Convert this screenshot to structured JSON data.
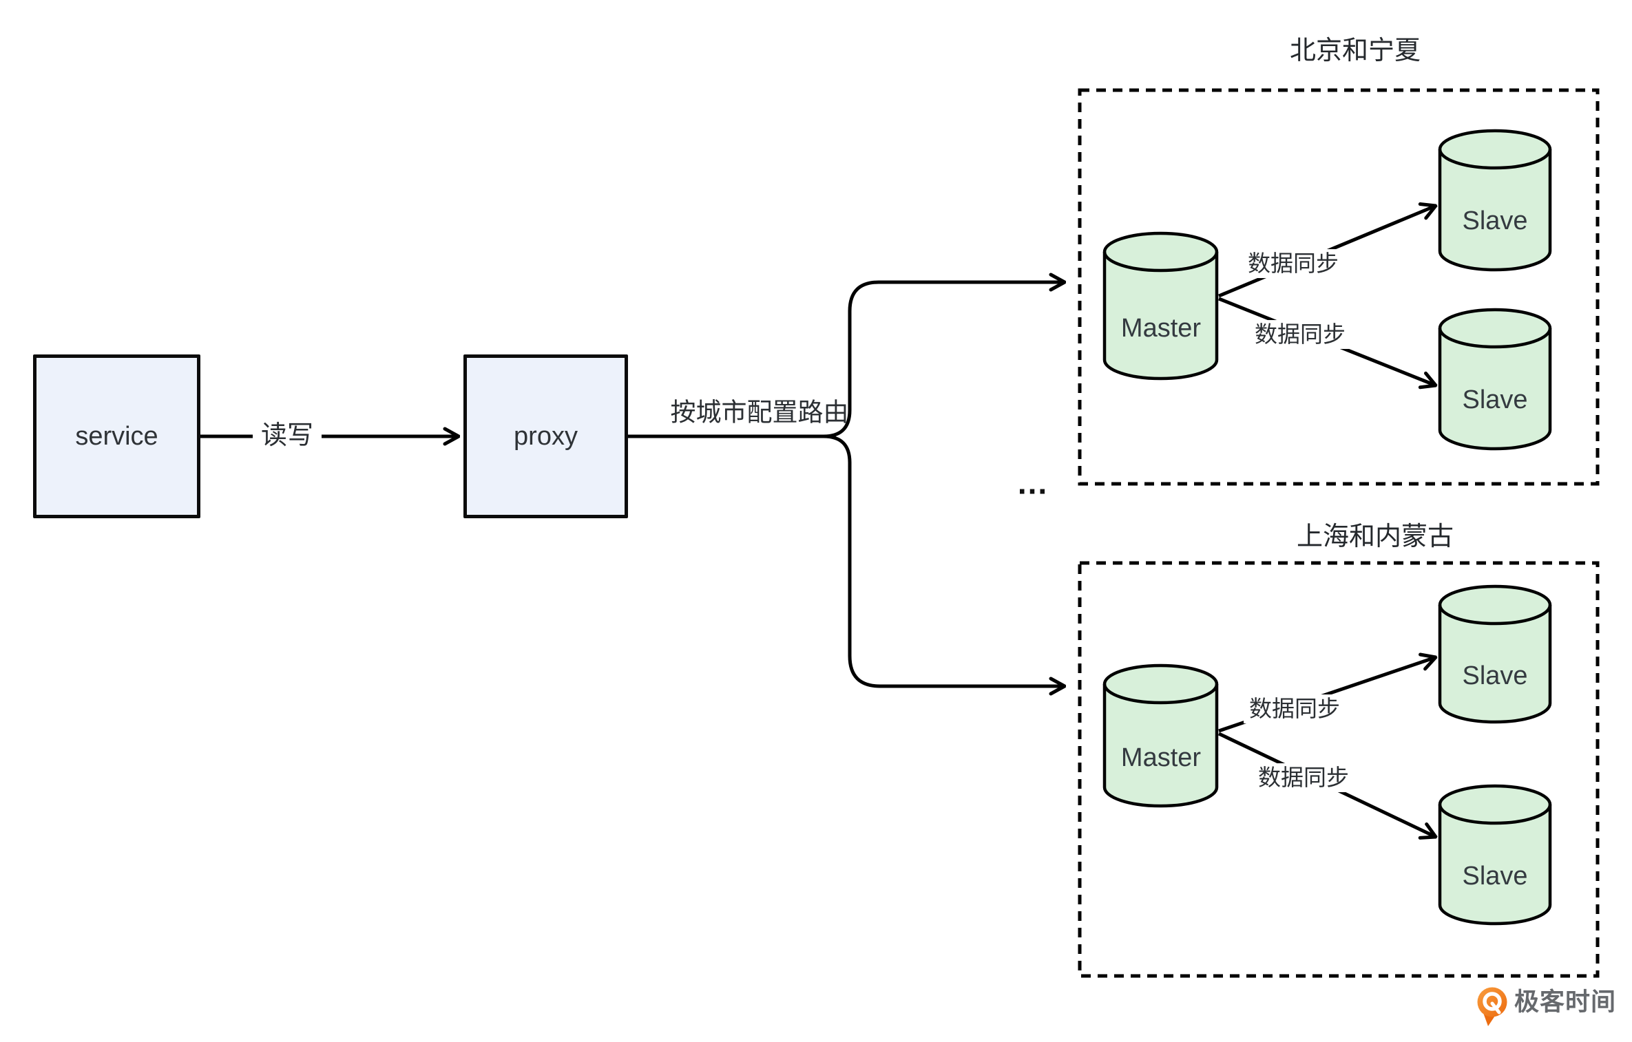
{
  "page": {
    "background": "#ffffff"
  },
  "diagram": {
    "nodes": {
      "service": "service",
      "proxy": "proxy"
    },
    "edges": {
      "read_write": "读写",
      "route_by_city": "按城市配置路由",
      "ellipsis": "..."
    },
    "regions": [
      {
        "title": "北京和宁夏",
        "master": "Master",
        "slaves": [
          "Slave",
          "Slave"
        ],
        "sync_labels": [
          "数据同步",
          "数据同步"
        ]
      },
      {
        "title": "上海和内蒙古",
        "master": "Master",
        "slaves": [
          "Slave",
          "Slave"
        ],
        "sync_labels": [
          "数据同步",
          "数据同步"
        ]
      }
    ],
    "colors": {
      "node_fill": "#edf2fb",
      "cylinder_fill": "#d8f0da",
      "stroke": "#000000",
      "text": "#2b2f33",
      "logo_orange": "#f08519",
      "logo_text": "#66696d"
    }
  },
  "footer": {
    "brand": "极客时间"
  }
}
